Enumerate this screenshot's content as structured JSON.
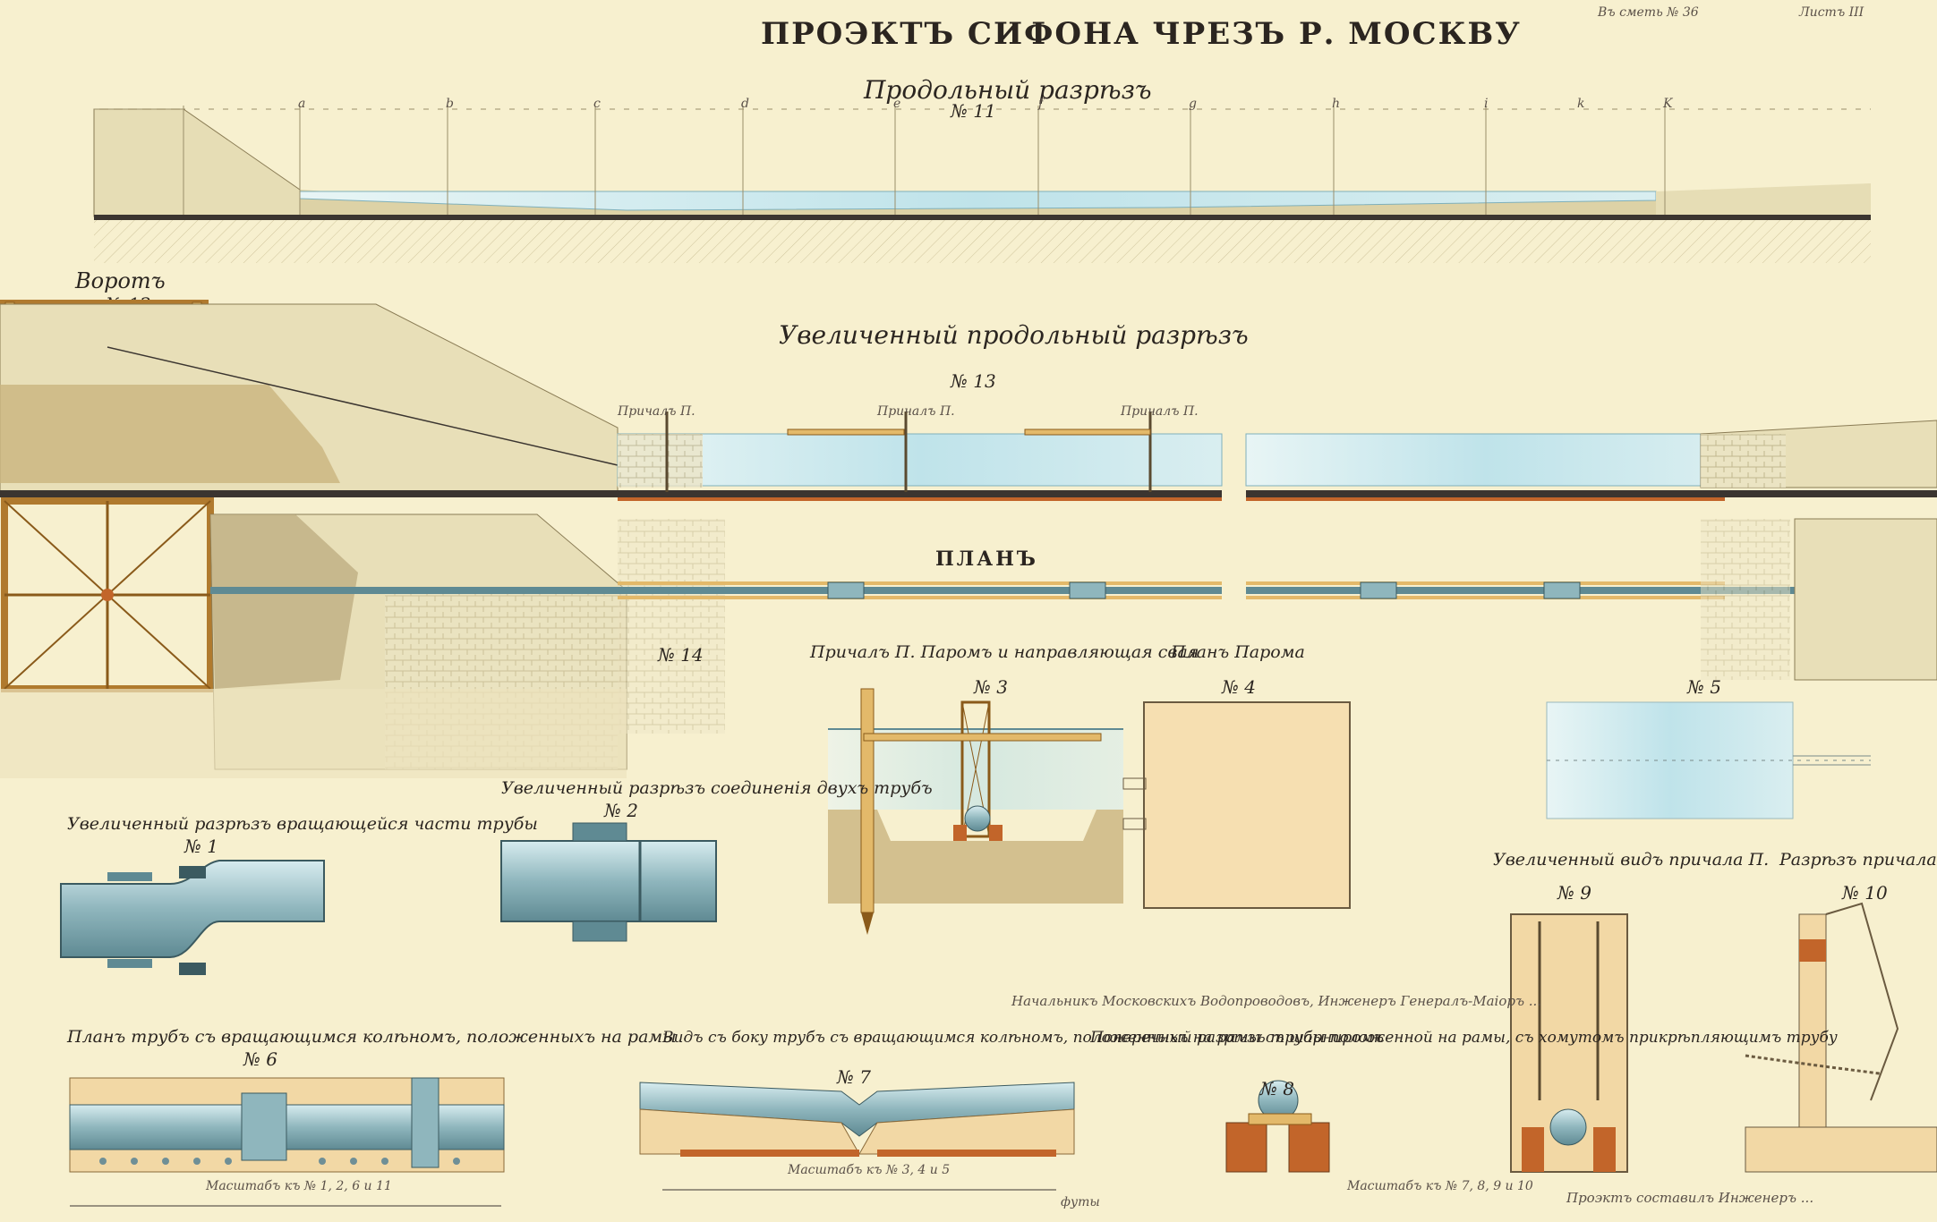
{
  "title": "ПРОЭКТЪ СИФОНА ЧРЕЗЪ Р. МОСКВУ",
  "sheet_label": "Листъ III",
  "archive_note": "Въ сметь № 36",
  "sections": {
    "longitudinal": {
      "title": "Продольный разрѣзъ",
      "number": "№ 11"
    },
    "enlarged_longitudinal": {
      "title": "Увеличенный продольный разрѣзъ",
      "number": "№ 13"
    },
    "plan": {
      "title": "ПЛАНЪ"
    },
    "windlass": {
      "title": "Воротъ",
      "number": "№ 12"
    },
    "fig1": {
      "title": "Увеличенный разрѣзъ вращающейся части трубы",
      "number": "№ 1"
    },
    "fig2": {
      "title": "Увеличенный разрѣзъ соединенія двухъ трубъ",
      "number": "№ 2"
    },
    "fig3": {
      "title": "Причалъ П. Паромъ и направляющая свая",
      "number": "№ 3"
    },
    "fig4": {
      "title": "Планъ Парома",
      "number": "№ 4"
    },
    "fig5": {
      "number": "№ 5"
    },
    "fig6": {
      "title": "Планъ трубъ съ вращающимся колѣномъ, положенныхъ на рамы",
      "number": "№ 6"
    },
    "fig7": {
      "title": "Видъ съ боку трубъ съ вращающимся колѣномъ, положенныхъ на рамы съ шарниромъ",
      "number": "№ 7"
    },
    "fig8": {
      "title": "Поперечный разрѣзъ трубы положенной на рамы, съ хомутомъ прикрѣпляющимъ трубу",
      "number": "№ 8"
    },
    "fig9": {
      "title": "Увеличенный видъ причала П.",
      "number": "№ 9"
    },
    "fig10": {
      "title": "Разрѣзъ причала П.",
      "number": "№ 10"
    },
    "fig14": {
      "number": "№ 14"
    }
  },
  "annotations": {
    "pier_label": "Причалъ П.",
    "station_letters": [
      "a",
      "b",
      "c",
      "d",
      "e",
      "f",
      "g",
      "h",
      "i",
      "k",
      "K"
    ],
    "supervisor_note": "Начальникъ Московскихъ Водопроводовъ, Инженеръ Генералъ-Маіоръ ...",
    "author_note": "Проэктъ составилъ Инженеръ ...",
    "scale_1": "Масштабъ къ № 1, 2, 6 и 11",
    "scale_2": "Масштабъ къ № 3, 4 и 5",
    "scale_3": "Масштабъ къ № 7, 8, 9 и 10",
    "scale_unit": "футы"
  },
  "colors": {
    "paper": "#f7f0cf",
    "water": "#bfe3ea",
    "earth": "#d9cc9c",
    "timber": "#e3b96a",
    "brick": "#c2652a",
    "pipe": "#8fb6bd",
    "ink": "#2b2520"
  }
}
